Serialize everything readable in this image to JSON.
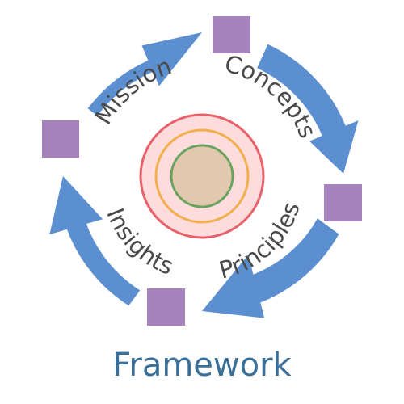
{
  "title": "Framework",
  "labels": {
    "mission": "Mission",
    "concepts": "Concepts",
    "principles": "Principles",
    "insights": "Insights"
  },
  "colors": {
    "arrow": "#5b8fcf",
    "node": "#a683bd",
    "title": "#3a6f98",
    "label": "#4a4a4a",
    "outer_ring_fill": "#fcdcdc",
    "outer_ring_stroke": "#e8606a",
    "middle_ring_stroke": "#f2b04c",
    "inner_ring_stroke": "#6aa35f",
    "core_fill": "#e1c8ae"
  }
}
